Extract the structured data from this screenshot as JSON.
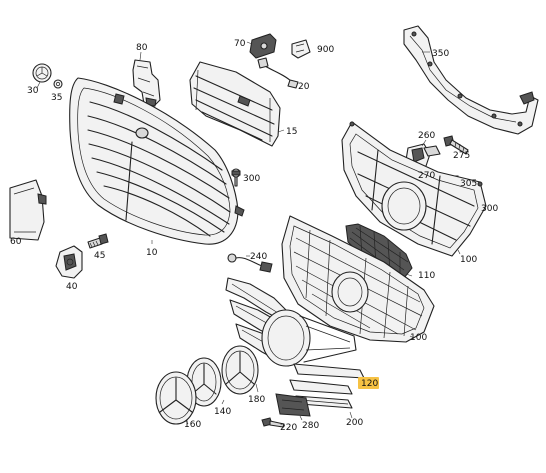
{
  "diagram": {
    "highlight_color": "#f6c244",
    "parts": [
      {
        "id": "p10",
        "label": "10"
      },
      {
        "id": "p15",
        "label": "15"
      },
      {
        "id": "p20",
        "label": "20"
      },
      {
        "id": "p30",
        "label": "30"
      },
      {
        "id": "p35",
        "label": "35"
      },
      {
        "id": "p40",
        "label": "40"
      },
      {
        "id": "p45",
        "label": "45"
      },
      {
        "id": "p60",
        "label": "60"
      },
      {
        "id": "p70",
        "label": "70"
      },
      {
        "id": "p80",
        "label": "80"
      },
      {
        "id": "p100a",
        "label": "100"
      },
      {
        "id": "p100b",
        "label": "100"
      },
      {
        "id": "p110",
        "label": "110"
      },
      {
        "id": "p120",
        "label": "120",
        "highlighted": true
      },
      {
        "id": "p140",
        "label": "140"
      },
      {
        "id": "p160",
        "label": "160"
      },
      {
        "id": "p180",
        "label": "180"
      },
      {
        "id": "p200",
        "label": "200"
      },
      {
        "id": "p220",
        "label": "220"
      },
      {
        "id": "p240",
        "label": "240"
      },
      {
        "id": "p260",
        "label": "260"
      },
      {
        "id": "p270",
        "label": "270"
      },
      {
        "id": "p275",
        "label": "275"
      },
      {
        "id": "p280",
        "label": "280"
      },
      {
        "id": "p300a",
        "label": "300"
      },
      {
        "id": "p300b",
        "label": "300"
      },
      {
        "id": "p305",
        "label": "305"
      },
      {
        "id": "p350",
        "label": "350"
      },
      {
        "id": "p900",
        "label": "900"
      }
    ]
  }
}
